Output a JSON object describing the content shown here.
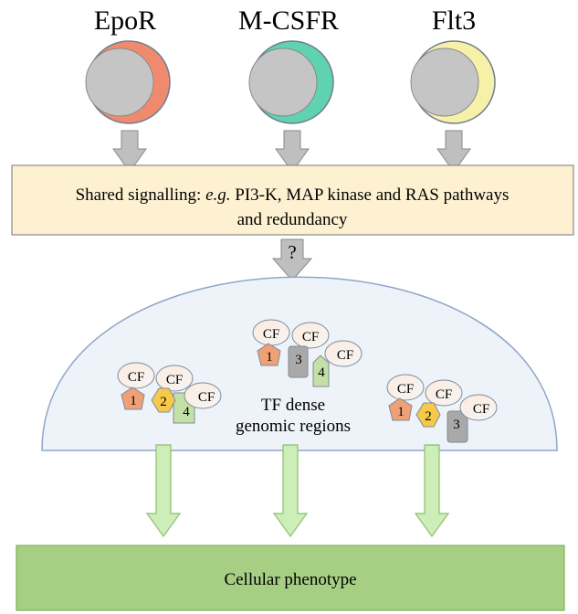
{
  "receptors": [
    {
      "label": "EpoR",
      "color": "#f08a6e"
    },
    {
      "label": "M-CSFR",
      "color": "#5fd3b0"
    },
    {
      "label": "Flt3",
      "color": "#f7f0a8"
    }
  ],
  "shared_box": {
    "line1_prefix": "Shared signalling: ",
    "line1_italic": "e.g.",
    "line1_rest": " PI3-K, MAP kinase and RAS pathways",
    "line2": "and redundancy",
    "fill": "#fdf1d2"
  },
  "question_mark": "?",
  "nucleus": {
    "label_line1": "TF dense",
    "label_line2": "genomic regions",
    "fill": "#eef3fa",
    "stroke": "#8fa6c8"
  },
  "clusters": {
    "left": {
      "cf": [
        "CF",
        "CF",
        "CF"
      ],
      "numbers": [
        "1",
        "2",
        "4"
      ]
    },
    "middle": {
      "cf": [
        "CF",
        "CF",
        "CF"
      ],
      "numbers": [
        "1",
        "3",
        "4"
      ]
    },
    "right": {
      "cf": [
        "CF",
        "CF",
        "CF"
      ],
      "numbers": [
        "1",
        "2",
        "3"
      ]
    }
  },
  "phenotype": {
    "label": "Cellular phenotype",
    "fill": "#a6cf84"
  },
  "colors": {
    "tf1": "#f0a075",
    "tf2": "#f7c94a",
    "tf3": "#a9a9a9",
    "tf4": "#c3e0a6",
    "cf_fill": "#fbe3d3",
    "grey_arrow": "#bfbfbf",
    "green_arrow": "#cdeeb8"
  }
}
